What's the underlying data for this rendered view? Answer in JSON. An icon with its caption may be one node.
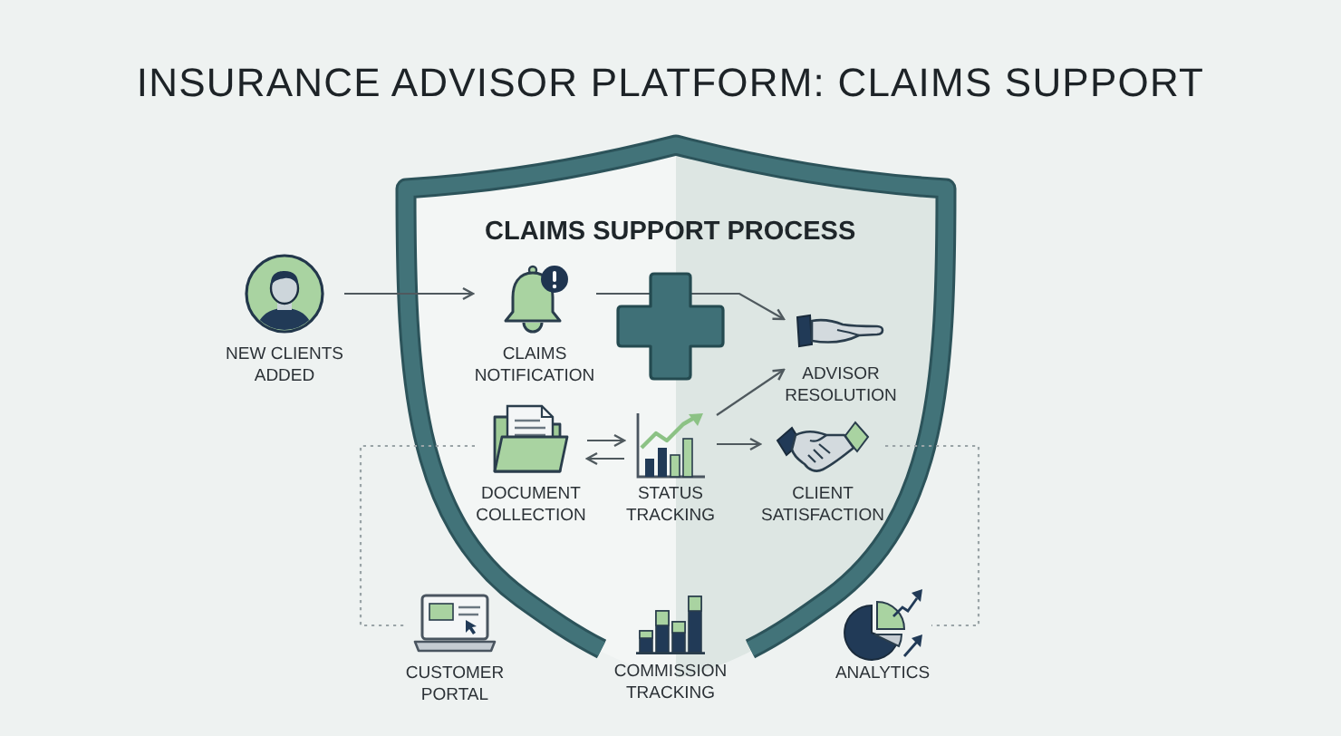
{
  "diagram": {
    "title": "INSURANCE ADVISOR PLATFORM: CLAIMS SUPPORT",
    "nodes": [
      {
        "text": [
          "NEW CLIENTS ADDED"
        ]
      },
      {
        "text": [
          "CLAIMS SUPPORT PROCESS"
        ]
      },
      {
        "text": [
          "CLAIMS NOTIFICATION"
        ],
        "in": 1
      },
      {
        "text": [
          "ADVISOR RESOLUTION"
        ],
        "in": 1
      },
      {
        "text": [
          "DOCUMENT COLLECTION"
        ],
        "in": 1
      },
      {
        "text": [
          "STATUS TRACKING"
        ],
        "in": 1
      },
      {
        "text": [
          "CLIENT SATISFACTION"
        ],
        "in": 1
      },
      {
        "text": [
          "CUSTOMER PORTAL"
        ]
      },
      {
        "text": [
          "COMMISSION TRACKING"
        ]
      },
      {
        "text": [
          "ANALYTICS"
        ]
      }
    ],
    "edges": [
      {
        "from": 0,
        "to": 2,
        "arrow": "to"
      },
      {
        "from": 2,
        "to": 3,
        "arrow": "to"
      },
      {
        "from": 4,
        "to": 5,
        "arrow": "to"
      },
      {
        "from": 5,
        "to": 4,
        "arrow": "to"
      },
      {
        "from": 5,
        "to": 3,
        "arrow": "to"
      },
      {
        "from": 5,
        "to": 6,
        "arrow": "to"
      },
      {
        "from": 4,
        "to": 7,
        "arrow": "none",
        "style": "dashed",
        "color": "#9aa4a7"
      },
      {
        "from": 6,
        "to": 9,
        "arrow": "none",
        "style": "dashed",
        "color": "#9aa4a7"
      }
    ]
  }
}
